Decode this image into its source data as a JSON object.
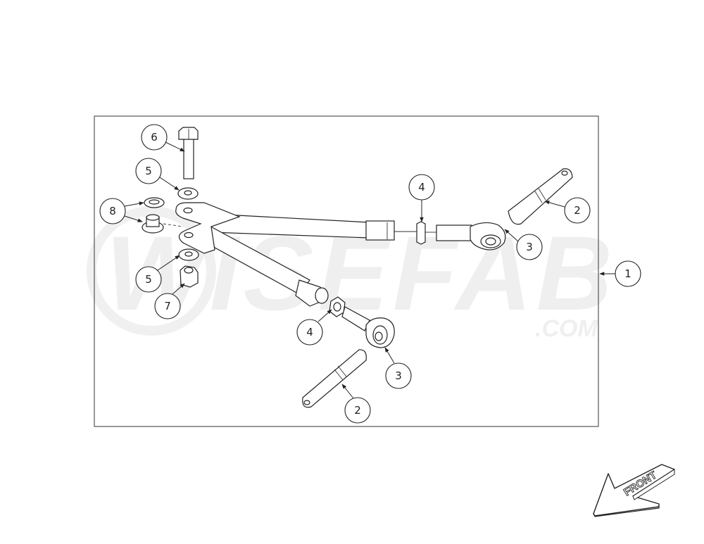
{
  "watermark": {
    "brand": "WISEFAB",
    "suffix": ".COM"
  },
  "assembly_label": "1",
  "callouts": [
    {
      "id": "bolt",
      "label": "6"
    },
    {
      "id": "washer-upper",
      "label": "5"
    },
    {
      "id": "bushing",
      "label": "8"
    },
    {
      "id": "jam-nut-upper",
      "label": "4"
    },
    {
      "id": "pin-upper",
      "label": "2"
    },
    {
      "id": "rod-end-upper",
      "label": "3"
    },
    {
      "id": "washer-lower",
      "label": "5"
    },
    {
      "id": "nut",
      "label": "7"
    },
    {
      "id": "jam-nut-lower",
      "label": "4"
    },
    {
      "id": "rod-end-lower",
      "label": "3"
    },
    {
      "id": "pin-lower",
      "label": "2"
    }
  ],
  "front_arrow": {
    "label": "FRONT"
  },
  "colors": {
    "line": "#222222",
    "watermark": "#efefef"
  }
}
